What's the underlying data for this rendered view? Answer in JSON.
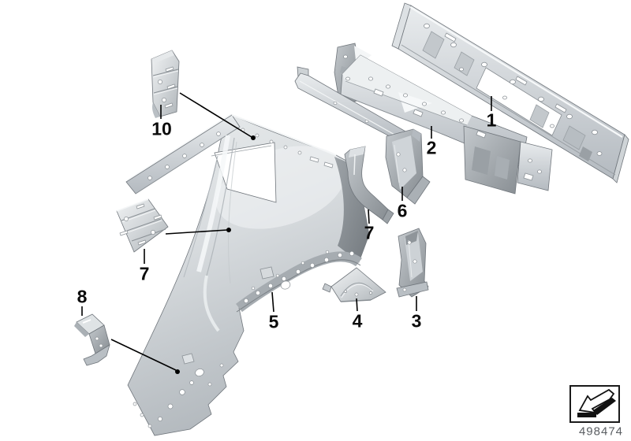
{
  "callouts": [
    {
      "part": "1",
      "label": "1"
    },
    {
      "part": "2",
      "label": "2"
    },
    {
      "part": "3",
      "label": "3"
    },
    {
      "part": "4",
      "label": "4"
    },
    {
      "part": "5",
      "label": "5"
    },
    {
      "part": "6",
      "label": "6"
    },
    {
      "part": "7",
      "label": "7"
    },
    {
      "part": "7",
      "label": "7"
    },
    {
      "part": "8",
      "label": "8"
    },
    {
      "part": "10",
      "label": "10"
    }
  ],
  "footer": {
    "code": "498474"
  },
  "icons": {
    "direction_arrow": "down-left-3d-arrow"
  },
  "colors": {
    "background": "#ffffff",
    "line": "#000000",
    "metal_light": "#e9eced",
    "metal_mid": "#c3c8cc",
    "metal_dark": "#878d92",
    "code_text": "#5a5e62"
  }
}
